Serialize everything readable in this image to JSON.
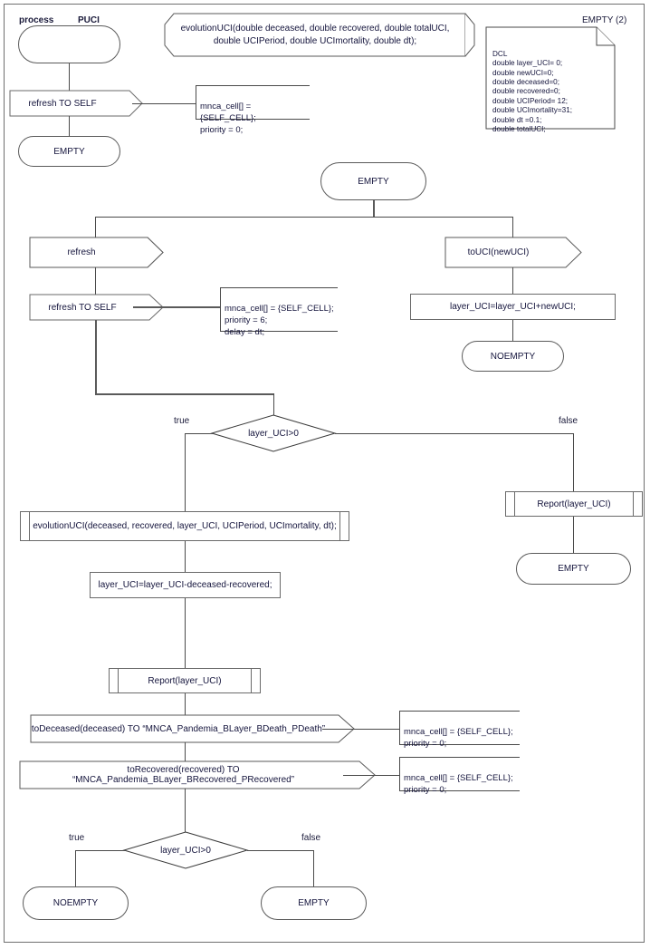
{
  "diagram": {
    "type": "sdl-process-diagram",
    "header": {
      "keyword": "process",
      "name": "PUCI",
      "page_label": "EMPTY (2)"
    },
    "procedure_signature": "evolutionUCI(double deceased, double recovered, double totalUCI,\ndouble UCIPeriod, double UCImortality, double dt);",
    "procedure_signature_line1": "evolutionUCI(double deceased, double recovered, double totalUCI,",
    "procedure_signature_line2": "double UCIPeriod, double UCImortality, double dt);",
    "declaration_note": "DCL\ndouble layer_UCI= 0;\ndouble newUCI=0;\ndouble deceased=0;\ndouble recovered=0;\ndouble UCIPeriod= 12;\ndouble UCImortality=31;\ndouble dt =0.1;\ndouble totalUCI;",
    "nodes": {
      "start_state": "",
      "input_refresh_self_top": "refresh TO SELF",
      "state_empty_top": "EMPTY",
      "state_empty_main": "EMPTY",
      "input_refresh": "refresh",
      "input_refresh_self": "refresh TO SELF",
      "input_touci": "toUCI(newUCI)",
      "task_layer_add": "layer_UCI=layer_UCI+newUCI;",
      "state_noempty_right": "NOEMPTY",
      "decision_1": "layer_UCI>0",
      "proc_call_evolution": "evolutionUCI(deceased, recovered, layer_UCI, UCIPeriod, UCImortality, dt);",
      "task_layer_sub": "layer_UCI=layer_UCI-deceased-recovered;",
      "proc_call_report_true": "Report(layer_UCI)",
      "proc_call_report_false": "Report(layer_UCI)",
      "output_deceased": "toDeceased(deceased) TO “MNCA_Pandemia_BLayer_BDeath_PDeath”",
      "output_recovered": "toRecovered(recovered) TO “MNCA_Pandemia_BLayer_BRecovered_PRecovered”",
      "state_empty_false": "EMPTY",
      "decision_2": "layer_UCI>0",
      "state_noempty_bottom": "NOEMPTY",
      "state_empty_bottom": "EMPTY"
    },
    "branch_labels": {
      "d1_true": "true",
      "d1_false": "false",
      "d2_true": "true",
      "d2_false": "false"
    },
    "comments": {
      "c1": "mnca_cell[] = {SELF_CELL};\npriority = 0;",
      "c2": "mnca_cell[] = {SELF_CELL};\npriority = 6;\ndelay = dt;",
      "c3": "mnca_cell[] = {SELF_CELL};\npriority = 0;",
      "c4": "mnca_cell[] = {SELF_CELL};\npriority = 0;"
    },
    "colors": {
      "stroke": "#5a5a5a",
      "text": "#14143c",
      "background": "#ffffff"
    }
  }
}
